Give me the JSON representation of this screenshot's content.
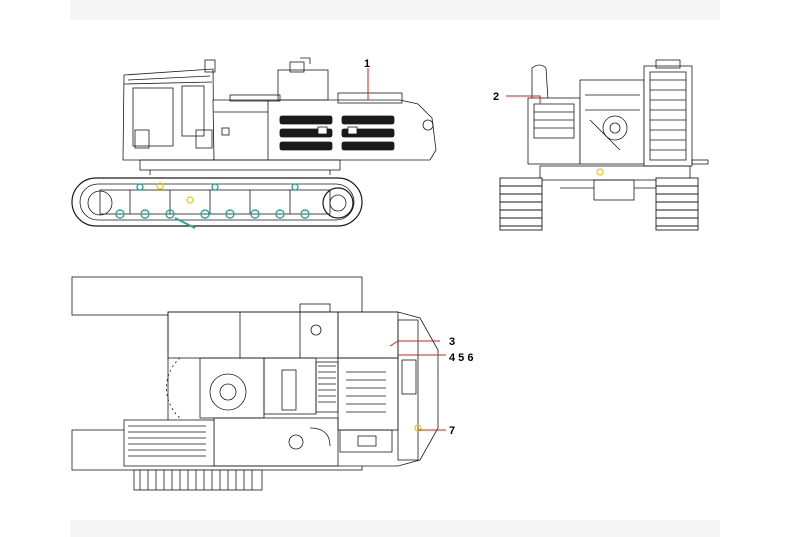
{
  "callouts": {
    "c1": "1",
    "c2": "2",
    "c3": "3",
    "c456": "4 5 6",
    "c7": "7"
  },
  "colors": {
    "line": "#1a1a1a",
    "leader": "#d22020",
    "highlight": "#e6c800",
    "accent": "#2aa8a0"
  }
}
